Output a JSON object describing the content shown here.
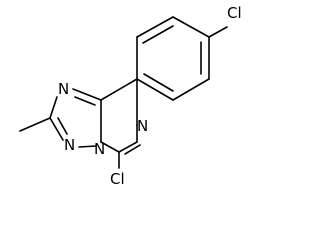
{
  "molecule": {
    "atoms": {
      "cl_top": "Cl",
      "cl_bottom": "Cl",
      "n_left_top": "N",
      "n_left_bottom": "N",
      "n_bridge": "N",
      "n_right": "N"
    }
  }
}
